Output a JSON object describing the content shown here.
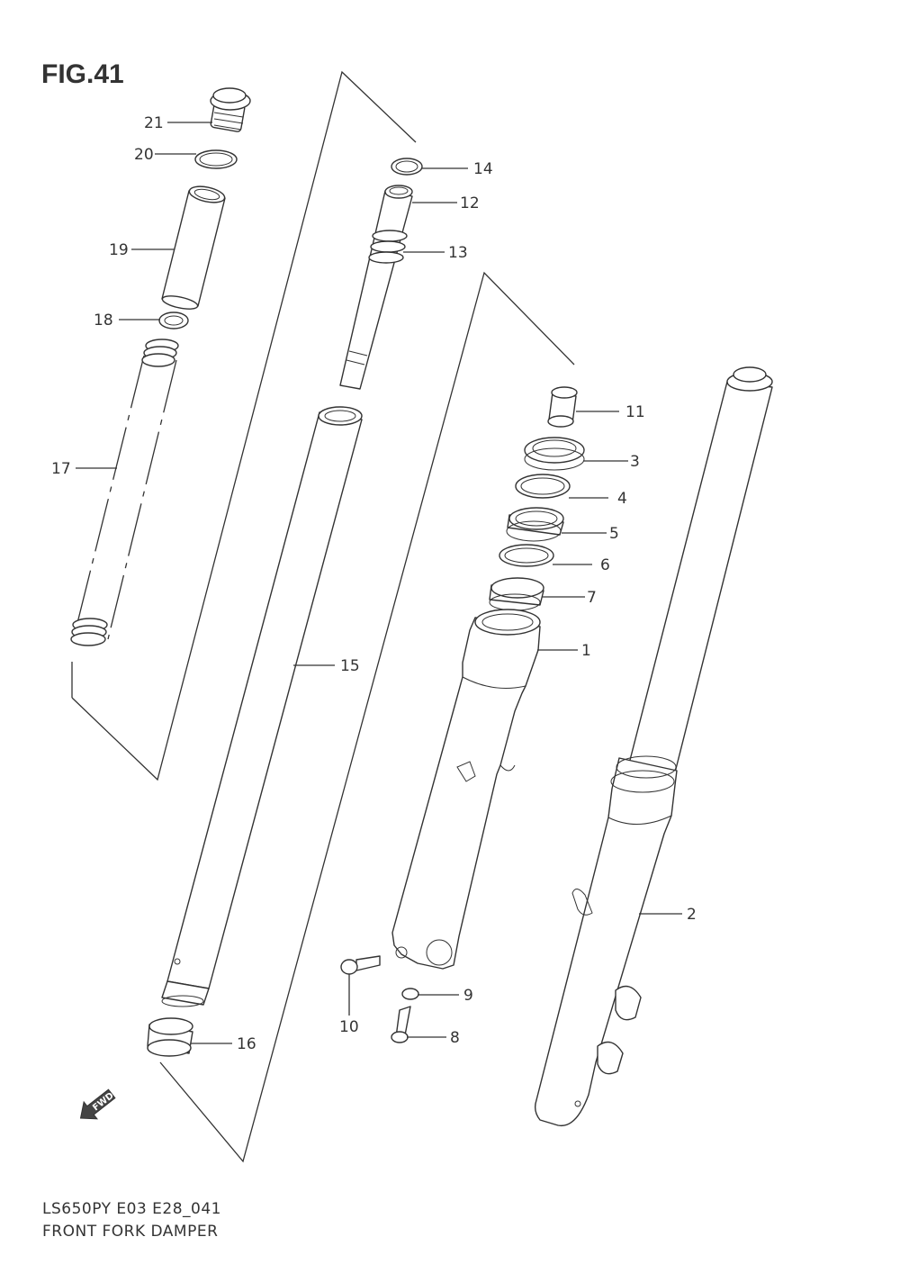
{
  "header": {
    "figure": "FIG.41"
  },
  "footer": {
    "model_code": "LS650PY E03 E28_041",
    "caption": "FRONT FORK DAMPER"
  },
  "fwd_arrow": {
    "label": "FWD"
  },
  "callouts": [
    {
      "label": "1"
    },
    {
      "label": "2"
    },
    {
      "label": "3"
    },
    {
      "label": "4"
    },
    {
      "label": "5"
    },
    {
      "label": "6"
    },
    {
      "label": "7"
    },
    {
      "label": "8"
    },
    {
      "label": "9"
    },
    {
      "label": "10"
    },
    {
      "label": "11"
    },
    {
      "label": "12"
    },
    {
      "label": "13"
    },
    {
      "label": "14"
    },
    {
      "label": "15"
    },
    {
      "label": "16"
    },
    {
      "label": "17"
    },
    {
      "label": "18"
    },
    {
      "label": "19"
    },
    {
      "label": "20"
    },
    {
      "label": "21"
    }
  ]
}
